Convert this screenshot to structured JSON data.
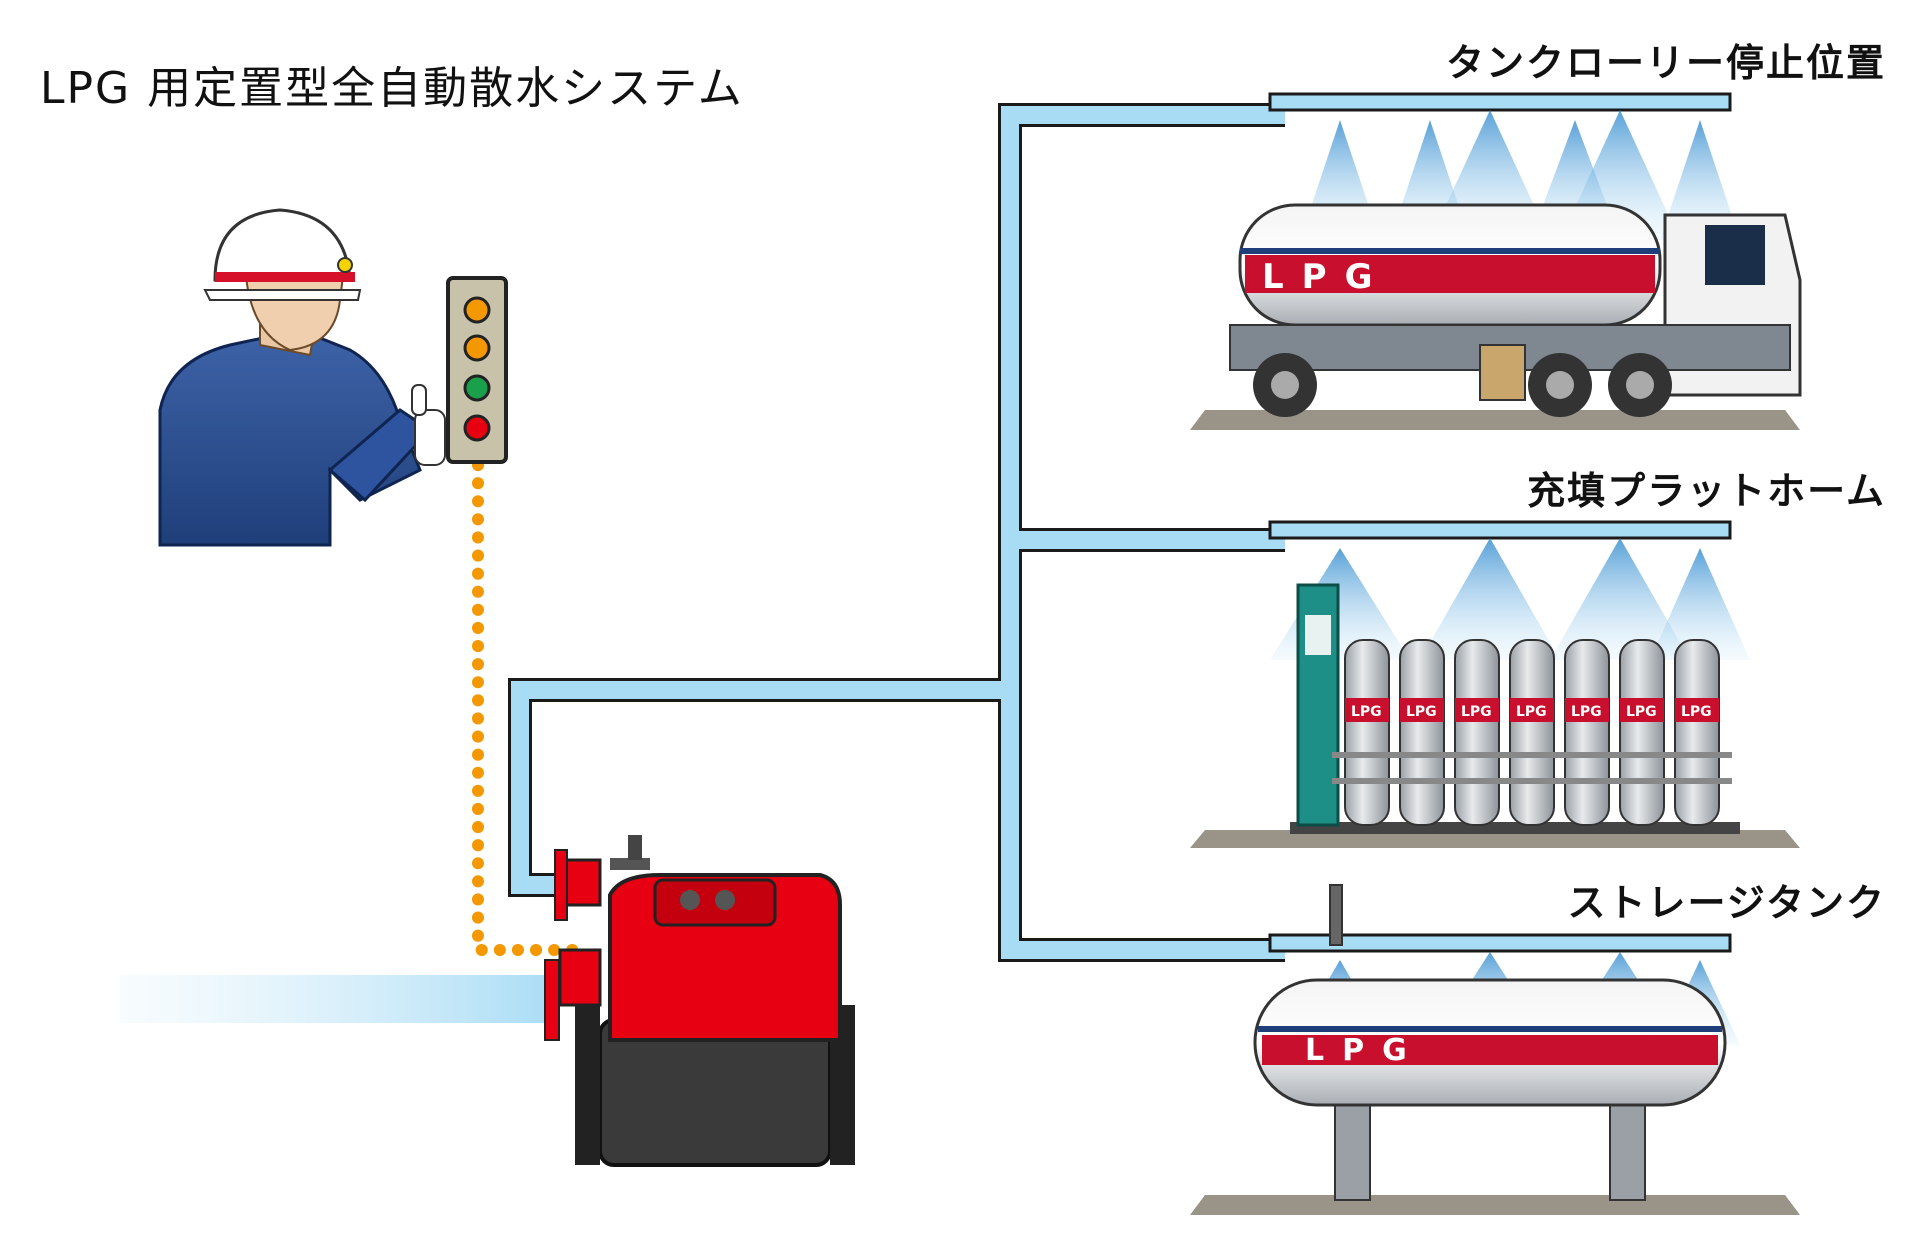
{
  "title": "LPG 用定置型全自動散水システム",
  "stations": {
    "truck": "タンクローリー停止位置",
    "platform": "充填プラットホーム",
    "storage": "ストレージタンク"
  },
  "lpg_mark": "LPG",
  "colors": {
    "pipe": "#a8dcf5",
    "pipe_outline": "#1a1a1a",
    "signal": "#f39800",
    "pump": "#e60012",
    "spray": "#7cc4ea",
    "band": "#c8102e",
    "ground": "#9a9388"
  }
}
